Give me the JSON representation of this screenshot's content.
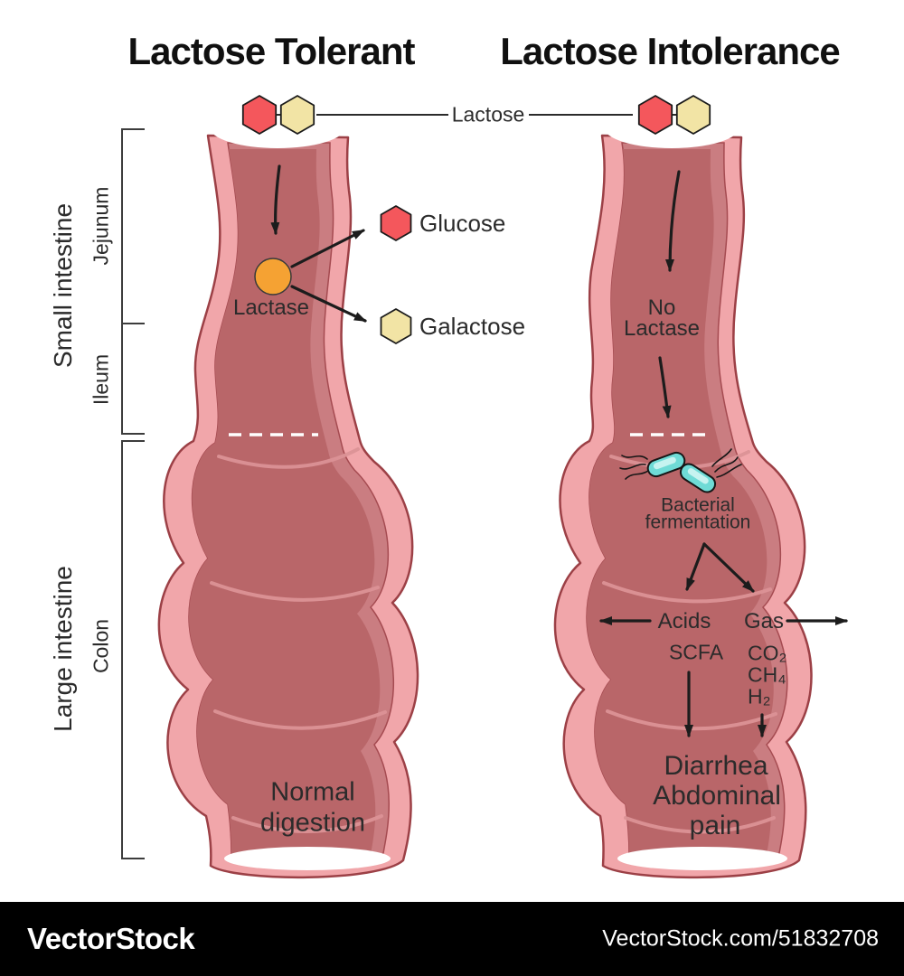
{
  "titles": {
    "left": "Lactose Tolerant",
    "right": "Lactose Intolerance"
  },
  "molecule": {
    "label": "Lactose"
  },
  "left_panel": {
    "enzyme": "Lactase",
    "glucose": "Glucose",
    "galactose": "Galactose",
    "outcome_line1": "Normal",
    "outcome_line2": "digestion"
  },
  "right_panel": {
    "no_enzyme_line1": "No",
    "no_enzyme_line2": "Lactase",
    "fermentation_line1": "Bacterial",
    "fermentation_line2": "fermentation",
    "acids": "Acids",
    "gas": "Gas",
    "scfa": "SCFA",
    "co2": "CO₂",
    "ch4": "CH₄",
    "h2": "H₂",
    "outcome_line1": "Diarrhea",
    "outcome_line2": "Abdominal",
    "outcome_line3": "pain"
  },
  "anatomy": {
    "small_intestine": "Small intestine",
    "jejunum": "Jejunum",
    "ileum": "Ileum",
    "large_intestine": "Large intestine",
    "colon": "Colon"
  },
  "watermark": {
    "brand": "VectorStock",
    "url_text": "VectorStock.com/51832708"
  },
  "colors": {
    "glucose_red": "#F4575C",
    "galactose_yellow": "#F2E4A5",
    "lactase_orange": "#F5A233",
    "bacteria_cyan": "#6FDBD6",
    "intestine_outer": "#F1A6AA",
    "intestine_inner": "#CA7D81",
    "intestine_outline": "#9C4046",
    "watermark_bg": "#000000"
  }
}
